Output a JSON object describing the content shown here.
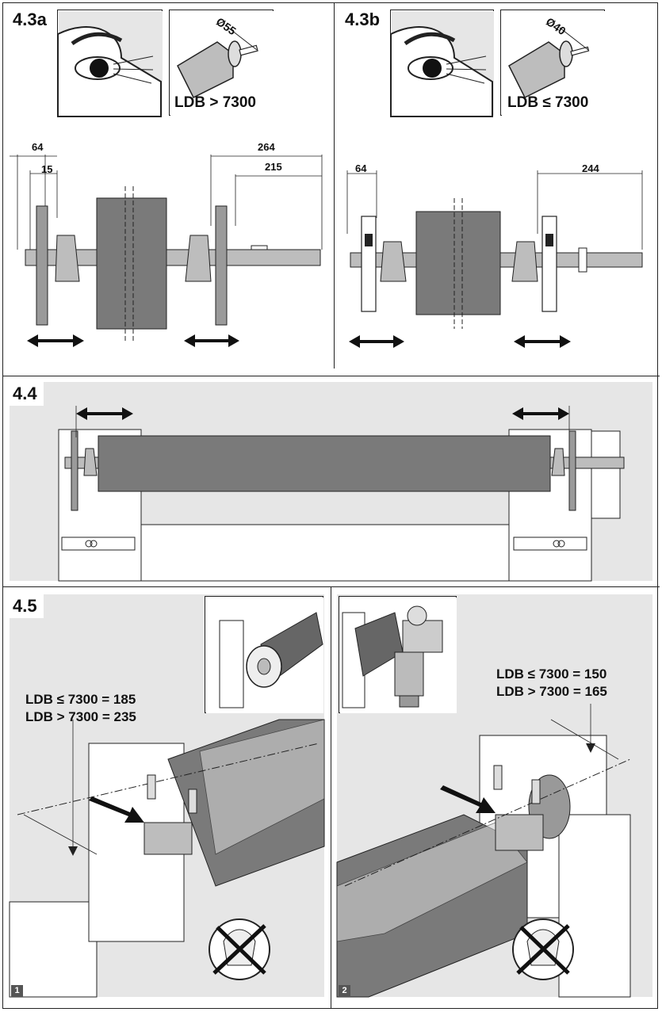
{
  "panels": {
    "p43a": {
      "label": "4.3a",
      "ldb_text": "LDB > 7300",
      "diameter": "Ø55",
      "dims": {
        "d64": "64",
        "d15": "15",
        "d264": "264",
        "d215": "215"
      }
    },
    "p43b": {
      "label": "4.3b",
      "ldb_text": "LDB ≤ 7300",
      "diameter": "Ø40",
      "dims": {
        "d64": "64",
        "d244": "244"
      }
    },
    "p44": {
      "label": "4.4"
    },
    "p45": {
      "label": "4.5",
      "step1": {
        "number": "1",
        "line1": "LDB ≤ 7300 = 185",
        "line2": "LDB > 7300 = 235"
      },
      "step2": {
        "number": "2",
        "line1": "LDB ≤ 7300 = 150",
        "line2": "LDB > 7300 = 165"
      }
    }
  },
  "colors": {
    "roller": "#7a7a7a",
    "panel_bg": "#e6e6e6",
    "line": "#222222"
  }
}
